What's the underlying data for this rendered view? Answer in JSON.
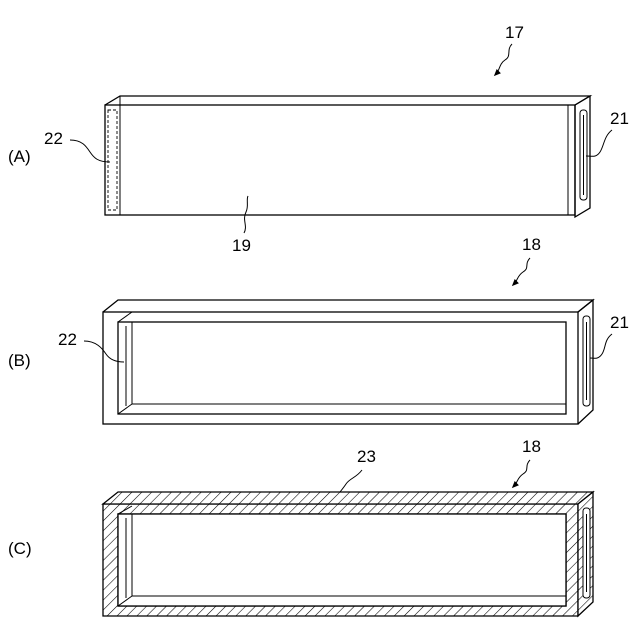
{
  "figure": {
    "panels": [
      {
        "id": "A",
        "panel_label": "(A)",
        "ref_assembly": "17",
        "ref_body": "19",
        "ref_right_end": "21",
        "ref_left_end": "22"
      },
      {
        "id": "B",
        "panel_label": "(B)",
        "ref_frame": "18",
        "ref_right_end": "21",
        "ref_left_end": "22"
      },
      {
        "id": "C",
        "panel_label": "(C)",
        "ref_frame": "18",
        "ref_section": "23"
      }
    ]
  }
}
